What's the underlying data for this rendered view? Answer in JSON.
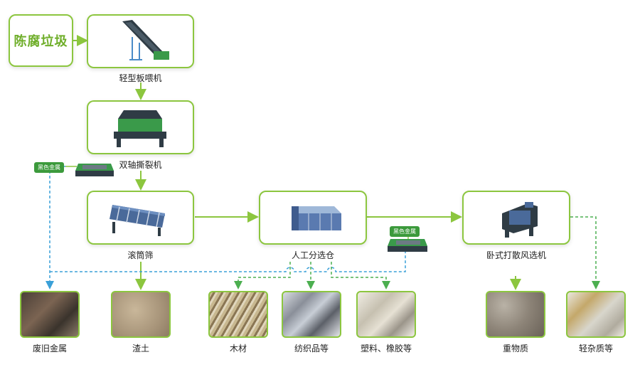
{
  "source": "陈腐垃圾",
  "stages": {
    "feeder": "轻型板喂机",
    "shredder": "双轴撕裂机",
    "trommel": "滚筒筛",
    "manual": "人工分选仓",
    "air": "卧式打散风选机"
  },
  "magnet_badge": "黑色金属",
  "outputs": {
    "metal": "废旧金属",
    "soil": "渣土",
    "wood": "木材",
    "textile": "纺织品等",
    "plastic": "塑料、橡胶等",
    "heavy": "重物质",
    "light": "轻杂质等"
  },
  "colors": {
    "accent": "#8cc63f",
    "text_green": "#6fae2a",
    "blue_dash": "#3aa0d8",
    "green_dash": "#4caf50"
  }
}
